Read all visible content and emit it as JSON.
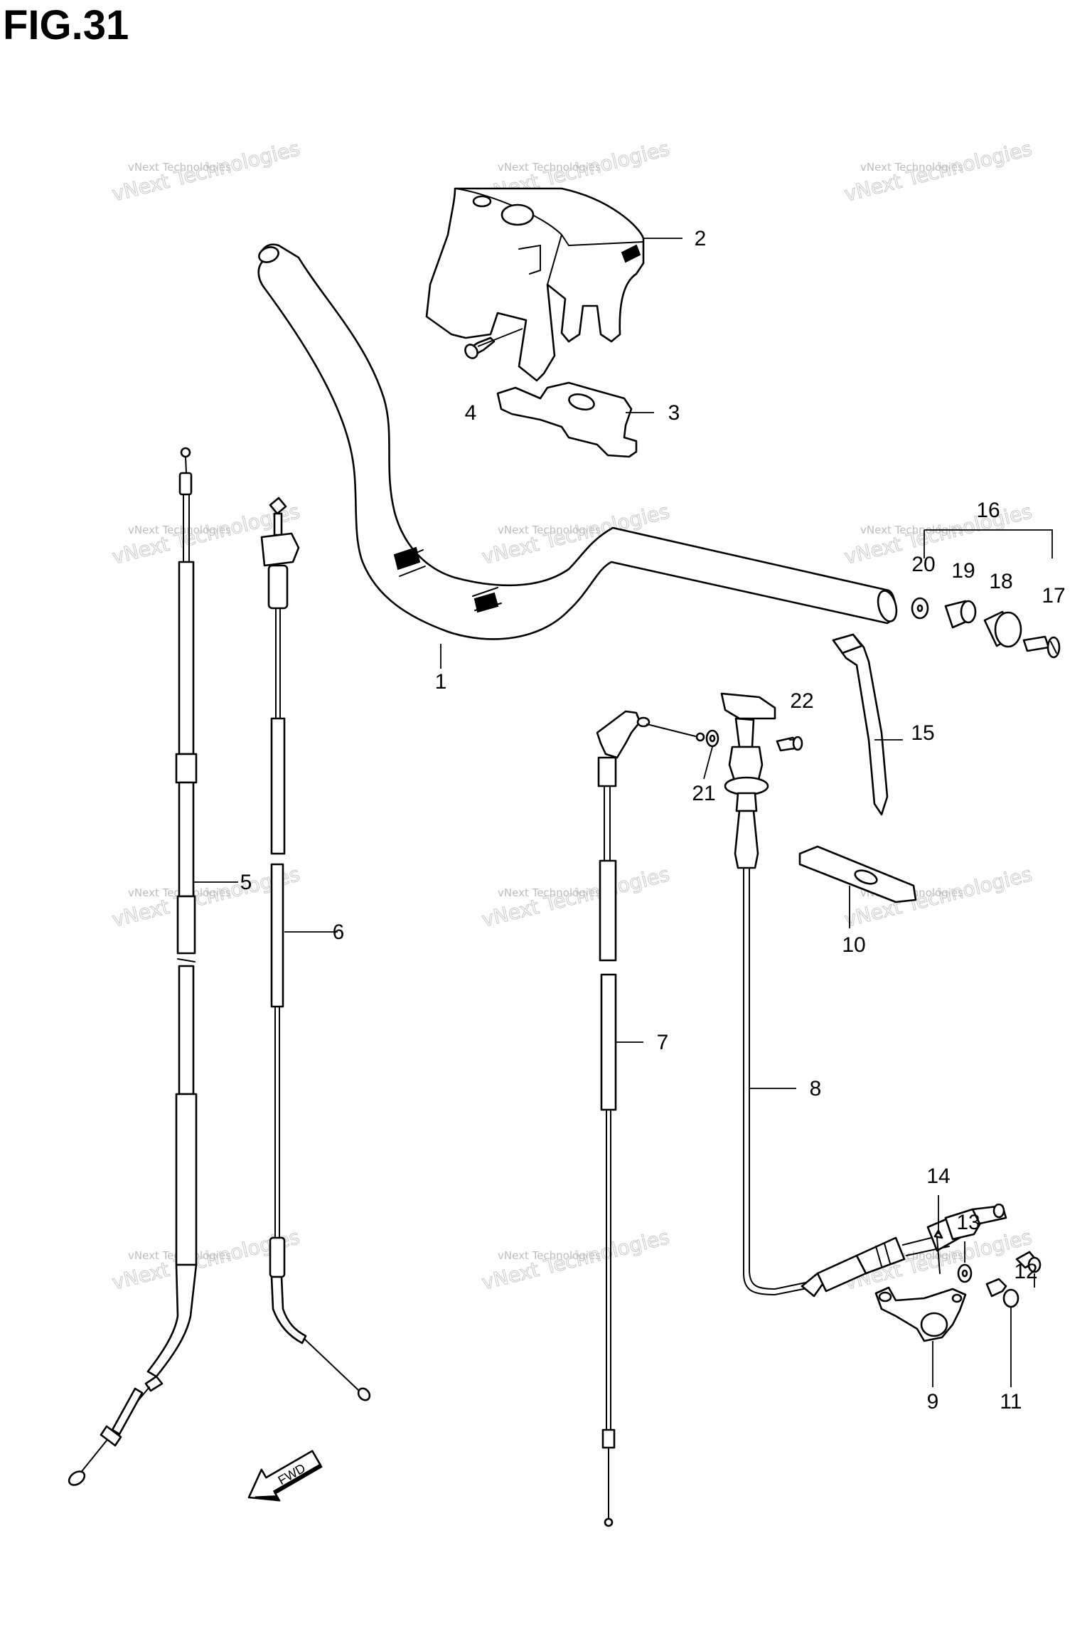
{
  "figure": {
    "title": "FIG.31"
  },
  "watermark": {
    "line1": "vNext Technologies",
    "line2": "vNext Technologies"
  },
  "callouts": {
    "c1": "1",
    "c2": "2",
    "c3": "3",
    "c4": "4",
    "c5": "5",
    "c6": "6",
    "c7": "7",
    "c8": "8",
    "c9": "9",
    "c10": "10",
    "c11": "11",
    "c12": "12",
    "c13": "13",
    "c14": "14",
    "c15": "15",
    "c16": "16",
    "c17": "17",
    "c18": "18",
    "c19": "19",
    "c20": "20",
    "c21": "21",
    "c22": "22"
  },
  "direction_marker": {
    "label": "FWD"
  }
}
